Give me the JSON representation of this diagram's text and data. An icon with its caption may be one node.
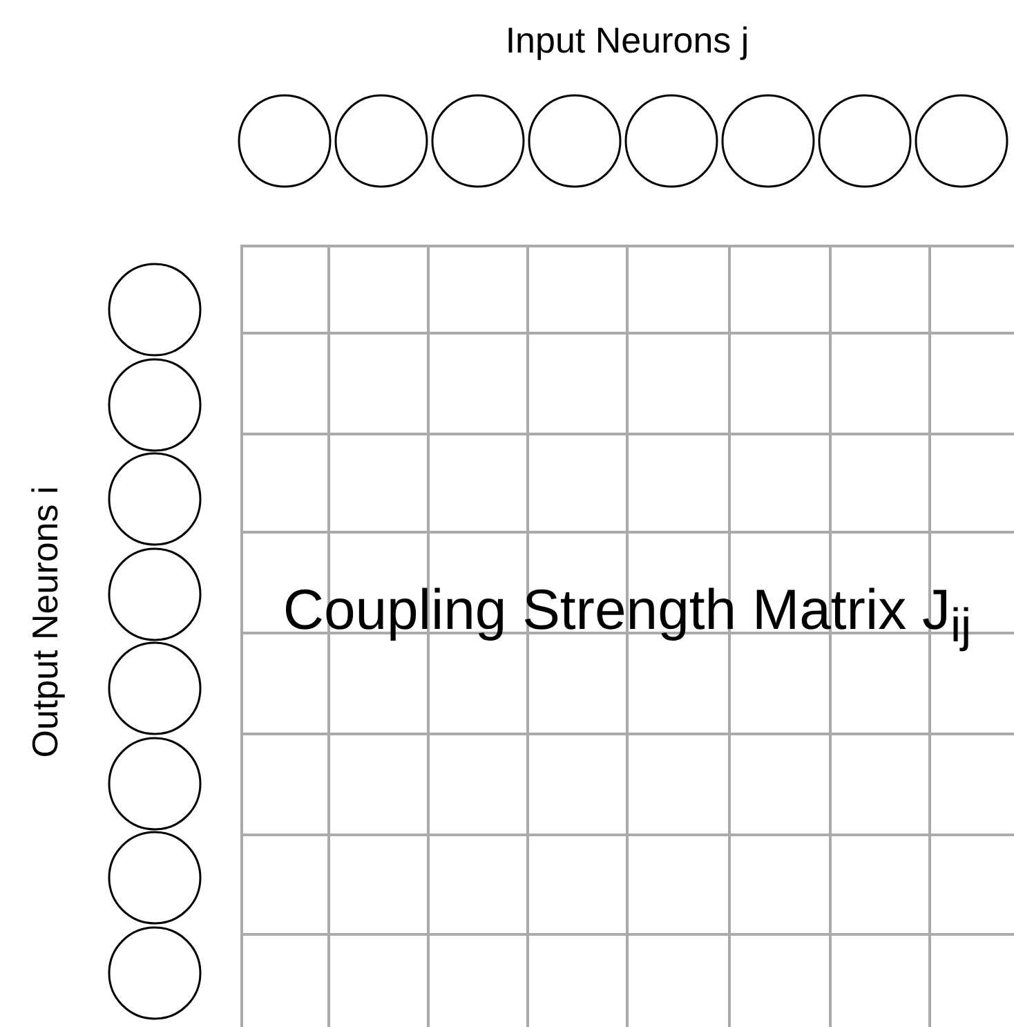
{
  "diagram": {
    "nodes": [
      {
        "text": [],
        "shape": "circle"
      },
      {
        "text": [],
        "shape": "circle"
      },
      {
        "text": [],
        "shape": "circle"
      },
      {
        "text": [],
        "shape": "circle"
      },
      {
        "text": [],
        "shape": "circle"
      },
      {
        "text": [],
        "shape": "circle"
      },
      {
        "text": [],
        "shape": "circle"
      },
      {
        "text": [],
        "shape": "circle"
      },
      {
        "text": [],
        "shape": "circle"
      },
      {
        "text": [],
        "shape": "circle"
      },
      {
        "text": [],
        "shape": "circle"
      },
      {
        "text": [],
        "shape": "circle"
      },
      {
        "text": [],
        "shape": "circle"
      },
      {
        "text": [],
        "shape": "circle"
      },
      {
        "text": [],
        "shape": "circle"
      },
      {
        "text": [],
        "shape": "circle"
      },
      {
        "text": [
          "Coupling Strength Matrix J$_{ij}$"
        ]
      }
    ],
    "edges": [],
    "labels": [
      "Input Neurons j",
      "Output Neurons i"
    ]
  }
}
